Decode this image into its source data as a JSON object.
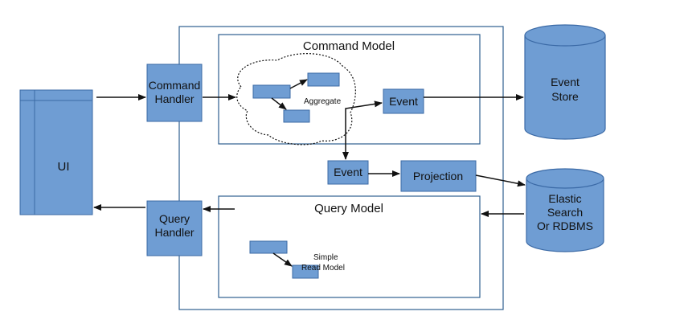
{
  "colors": {
    "box_fill": "#6f9dd3",
    "box_stroke": "#3b6aa6",
    "frame_stroke": "#2e5f8f",
    "arrow": "#111111",
    "dash": "#111111"
  },
  "ui": {
    "label": "UI"
  },
  "command_handler": {
    "line1": "Command",
    "line2": "Handler"
  },
  "query_handler": {
    "line1": "Query",
    "line2": "Handler"
  },
  "command_model": {
    "title": "Command Model",
    "aggregate_label": "Aggregate"
  },
  "query_model": {
    "title": "Query Model",
    "read_model_line1": "Simple",
    "read_model_line2": "Read Model"
  },
  "event_top": {
    "label": "Event"
  },
  "event_mid": {
    "label": "Event"
  },
  "projection": {
    "label": "Projection"
  },
  "event_store": {
    "line1": "Event",
    "line2": "Store"
  },
  "read_store": {
    "line1": "Elastic",
    "line2": "Search",
    "line3": "Or RDBMS"
  }
}
